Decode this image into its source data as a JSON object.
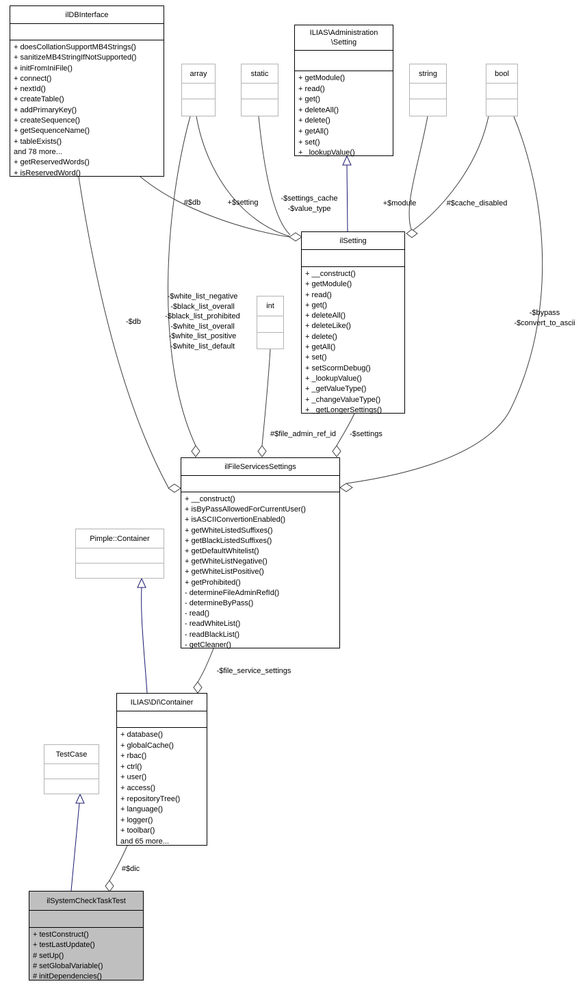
{
  "colors": {
    "node_border": "#000000",
    "type_border": "#b3b3b3",
    "edge": "#3d3d3d",
    "inheritance": "#191970",
    "current_node_fill": "#bfbfbf",
    "background": "#ffffff"
  },
  "classes": {
    "ildbinterface": {
      "title_lines": [
        "ilDBInterface"
      ],
      "members": [
        "+ doesCollationSupportMB4Strings()",
        "+ sanitizeMB4StringIfNotSupported()",
        "+ initFromIniFile()",
        "+ connect()",
        "+ nextId()",
        "+ createTable()",
        "+ addPrimaryKey()",
        "+ createSequence()",
        "+ getSequenceName()",
        "+ tableExists()",
        "and 78 more...",
        "+ getReservedWords()",
        "+ isReservedWord()"
      ]
    },
    "admin_setting": {
      "title_lines": [
        "ILIAS\\Administration",
        "\\Setting"
      ],
      "members": [
        "+ getModule()",
        "+ read()",
        "+ get()",
        "+ deleteAll()",
        "+ delete()",
        "+ getAll()",
        "+ set()",
        "+ _lookupValue()"
      ]
    },
    "array_type": {
      "title_lines": [
        "array"
      ],
      "members": []
    },
    "static_type": {
      "title_lines": [
        "static"
      ],
      "members": []
    },
    "string_type": {
      "title_lines": [
        "string"
      ],
      "members": []
    },
    "bool_type": {
      "title_lines": [
        "bool"
      ],
      "members": []
    },
    "int_type": {
      "title_lines": [
        "int"
      ],
      "members": []
    },
    "ilsetting": {
      "title_lines": [
        "ilSetting"
      ],
      "members": [
        "+ __construct()",
        "+ getModule()",
        "+ read()",
        "+ get()",
        "+ deleteAll()",
        "+ deleteLike()",
        "+ delete()",
        "+ getAll()",
        "+ set()",
        "+ setScormDebug()",
        "+ _lookupValue()",
        "+ _getValueType()",
        "+ _changeValueType()",
        "+ _getLongerSettings()"
      ]
    },
    "ilfileservicessettings": {
      "title_lines": [
        "ilFileServicesSettings"
      ],
      "members": [
        "+ __construct()",
        "+ isByPassAllowedForCurrentUser()",
        "+ isASCIIConvertionEnabled()",
        "+ getWhiteListedSuffixes()",
        "+ getBlackListedSuffixes()",
        "+ getDefaultWhitelist()",
        "+ getWhiteListNegative()",
        "+ getWhiteListPositive()",
        "+ getProhibited()",
        "- determineFileAdminRefId()",
        "- determineByPass()",
        "- read()",
        "- readWhiteList()",
        "- readBlackList()",
        "- getCleaner()"
      ]
    },
    "pimple_container": {
      "title_lines": [
        "Pimple::Container"
      ],
      "members": []
    },
    "di_container": {
      "title_lines": [
        "ILIAS\\DI\\Container"
      ],
      "members": [
        "+ database()",
        "+ globalCache()",
        "+ rbac()",
        "+ ctrl()",
        "+ user()",
        "+ access()",
        "+ repositoryTree()",
        "+ language()",
        "+ logger()",
        "+ toolbar()",
        "and 65 more..."
      ]
    },
    "testcase": {
      "title_lines": [
        "TestCase"
      ],
      "members": []
    },
    "ilsystemchecktasktest": {
      "title_lines": [
        "ilSystemCheckTaskTest"
      ],
      "members": [
        "+ testConstruct()",
        "+ testLastUpdate()",
        "# setUp()",
        "# setGlobalVariable()",
        "# initDependencies()"
      ]
    }
  },
  "edge_labels": {
    "db_to_ilsetting": {
      "lines": [
        "#$db"
      ]
    },
    "setting": {
      "lines": [
        "+$setting"
      ]
    },
    "settings_cache": {
      "lines": [
        "-$settings_cache",
        "-$value_type"
      ]
    },
    "module": {
      "lines": [
        "+$module"
      ]
    },
    "cache_disabled": {
      "lines": [
        "#$cache_disabled"
      ]
    },
    "db_to_fss": {
      "lines": [
        "-$db"
      ]
    },
    "fss_lists": {
      "lines": [
        "-$white_list_negative",
        "-$black_list_overall",
        "-$black_list_prohibited",
        "-$white_list_overall",
        "-$white_list_positive",
        "-$white_list_default"
      ]
    },
    "bypass": {
      "lines": [
        "-$bypass",
        "-$convert_to_ascii"
      ]
    },
    "file_admin_ref_id": {
      "lines": [
        "#$file_admin_ref_id"
      ]
    },
    "settings_ref": {
      "lines": [
        "-$settings"
      ]
    },
    "file_service_settings": {
      "lines": [
        "-$file_service_settings"
      ]
    },
    "dic": {
      "lines": [
        "#$dic"
      ]
    }
  }
}
